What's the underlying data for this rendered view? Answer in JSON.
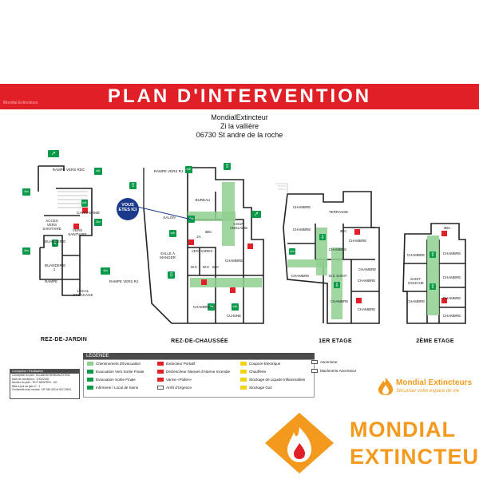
{
  "header": {
    "title": "PLAN D'INTERVENTION",
    "mark": "Mondial Extincteurs"
  },
  "address": {
    "company": "MondialExtincteur",
    "street": "Zi la vallière",
    "city": "06730 St andre de la roche"
  },
  "you_are_here": "VOUS ETES ICI",
  "floors": {
    "rdj": {
      "label": "REZ-DE-JARDIN",
      "rooms": [
        "RAMPE VERS RDC",
        "ACCES VERS SANITAIRE",
        "BUANDERIE 2",
        "BUANDERIE 1",
        "VERS SANITAIRE",
        "CAVE/FERMÉ",
        "RAMPE",
        "LOCAL STOCKAGE"
      ]
    },
    "rdc": {
      "label": "REZ-DE-CHAUSSÉE",
      "rooms": [
        "RAMPE VERS RJ",
        "RAMPE VERS RJ",
        "BUREAU",
        "SALON",
        "SALLE À MANGER",
        "COUR ANGLAISE",
        "VESTIAIRES",
        "W.C",
        "W.C",
        "W.C",
        "CHAMBRE",
        "CHAMBRE",
        "CUISINE",
        "2A",
        "3BC"
      ]
    },
    "e1": {
      "label": "1ER ETAGE",
      "rooms": [
        "CHAMBRE",
        "TERRASSE",
        "CHAMBRE",
        "CHAMBRE",
        "CHAMBRE",
        "CHAMBRE",
        "CHAMBRE",
        "W.C SANIT",
        "CHAMBRE",
        "CHAMBRE",
        "CHAMBRE",
        "3BC"
      ]
    },
    "e2": {
      "label": "2ÈME ETAGE",
      "rooms": [
        "CHAMBRE",
        "CHAMBRE",
        "CHAMBRE",
        "SANIT. DOUCHE",
        "CHAMBRE",
        "CHAMBRE",
        "CHAMBRE",
        "3BC"
      ]
    }
  },
  "legend": {
    "title": "LEGENDE",
    "items": [
      {
        "label": "Cheminement d'Evacuation",
        "color": "#8fd08f"
      },
      {
        "label": "Evacuation Vers Sortie Finale",
        "color": "#0a9a4a"
      },
      {
        "label": "Evacuation Sortie Finale",
        "color": "#0a9a4a"
      },
      {
        "label": "Infirmerie / Local de Soins",
        "color": "#0a9a4a"
      },
      {
        "label": "Extincteur Portatif",
        "color": "#e11f26"
      },
      {
        "label": "Déclencheur Manuel d'Alarme Incendie",
        "color": "#e11f26"
      },
      {
        "label": "Vanne «Pollen»",
        "color": "#e11f26"
      },
      {
        "label": "Arrêt d'Urgence",
        "color": "#ffffff"
      },
      {
        "label": "Coupure Electrique",
        "color": "#f3d21e"
      },
      {
        "label": "Chaufferie",
        "color": "#f3d21e"
      },
      {
        "label": "Stockage de Liquide Inflammables",
        "color": "#f3d21e"
      },
      {
        "label": "Stockage Gaz",
        "color": "#f3d21e"
      },
      {
        "label": "Ascenseur",
        "color": "#ffffff"
      },
      {
        "label": "Machinerie Ascenseur",
        "color": "#ffffff"
      }
    ]
  },
  "info": {
    "title": "Conception / Réalisation",
    "lines": [
      "Conception du plan : M.LAMODI MONDIALEXTINC",
      "Date de conception : 17/04/2016",
      "Numéro du plan : TR-P-NEWTRHI - 101",
      "Mise à jour du plan n° : 1",
      "Conformité avec normes : NF S60-303 et ISO 23601"
    ]
  },
  "brand": {
    "small_name": "Mondial Extincteurs",
    "small_tagline": "Sécuriser votre espace de vie",
    "big_line1": "MONDIAL",
    "big_line2": "EXTINCTEUR",
    "orange": "#f39a1e",
    "red": "#e11f26"
  }
}
